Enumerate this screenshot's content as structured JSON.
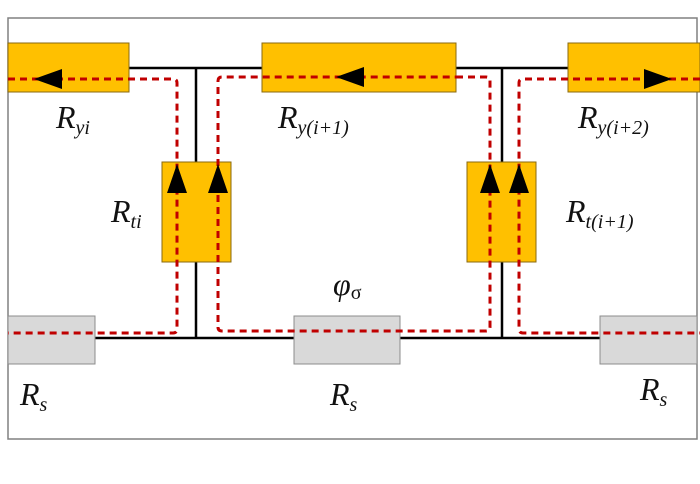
{
  "title": "Magnetic equivalent circuit with leakage flux paths",
  "colors": {
    "yoke_fill": "#FFC000",
    "yoke_stroke": "#8a6a10",
    "slot_fill": "#D9D9D9",
    "slot_stroke": "#8c8c8c",
    "wire": "#000000",
    "flux_path": "#C00000",
    "frame": "#808080"
  },
  "labels": {
    "ry_i": {
      "main": "R",
      "sub": "yi"
    },
    "ry_i1": {
      "main": "R",
      "sub": "y(i+1)"
    },
    "ry_i2": {
      "main": "R",
      "sub": "y(i+2)"
    },
    "rt_i": {
      "main": "R",
      "sub": "ti"
    },
    "rt_i1": {
      "main": "R",
      "sub": "t(i+1)"
    },
    "phi": {
      "main": "φ",
      "sub": "σ"
    },
    "rs_left": {
      "main": "R",
      "sub": "s"
    },
    "rs_mid": {
      "main": "R",
      "sub": "s"
    },
    "rs_right": {
      "main": "R",
      "sub": "s"
    }
  },
  "arrows": {
    "ry_i": "left",
    "ry_i1": "left",
    "ry_i2": "right",
    "rt_i_a": "up",
    "rt_i_b": "up",
    "rt_i1_a": "up",
    "rt_i1_b": "up"
  }
}
